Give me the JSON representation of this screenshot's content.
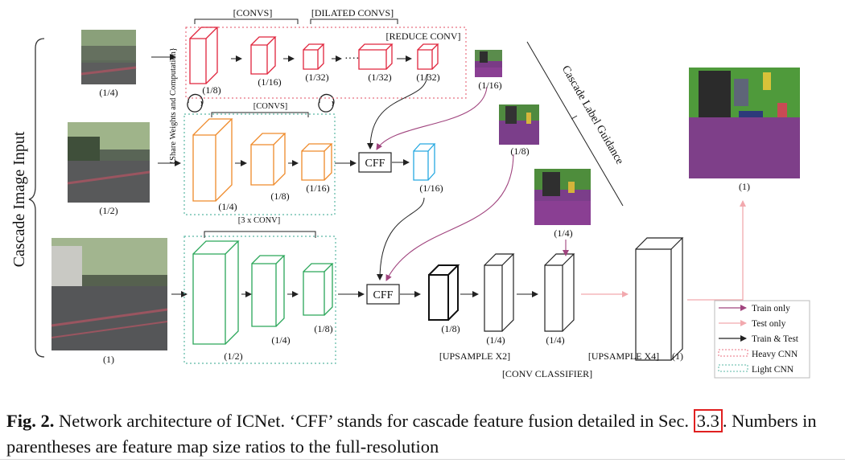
{
  "figure": {
    "side_label": "Cascade Image Input",
    "share_label": "{Share Weights and Computation}",
    "cascade_label": "Cascade Label Guidance",
    "brackets": {
      "convs_top": "[CONVS]",
      "dilated": "[DILATED CONVS]",
      "reduce": "[REDUCE CONV]",
      "convs_mid": "[CONVS]",
      "conv3": "[3 x CONV]"
    },
    "inputs": {
      "quarter": "(1/4)",
      "half": "(1/2)",
      "full": "(1)"
    },
    "top_branch": [
      "(1/8)",
      "(1/16)",
      "(1/32)",
      "(1/32)",
      "(1/32)"
    ],
    "dots": "····",
    "mid_branch": [
      "(1/4)",
      "(1/8)",
      "(1/16)"
    ],
    "cff_label": "CFF",
    "cff_out": "(1/16)",
    "bottom_branch": [
      "(1/2)",
      "(1/4)",
      "(1/8)"
    ],
    "decoder": [
      "(1/8)",
      "(1/4)",
      "(1/4)",
      "(1)"
    ],
    "labelmaps": [
      "(1/16)",
      "(1/8)",
      "(1/4)"
    ],
    "output": "(1)",
    "ops": {
      "upsample2": "[UPSAMPLE X2]",
      "upsample4": "[UPSAMPLE X4]",
      "classifier": "[CONV CLASSIFIER]"
    },
    "legend": [
      "Train only",
      "Test only",
      "Train & Test",
      "Heavy CNN",
      "Light CNN"
    ],
    "colors": {
      "heavy": "#e0243c",
      "medium": "#ef8a2a",
      "light": "#2aa659",
      "cyan": "#27a9e1",
      "train_only": "#a0447e",
      "test_only": "#f2a9ae",
      "box_red": "#e87080",
      "box_teal": "#5ab7a4"
    }
  },
  "caption": {
    "label": "Fig. 2.",
    "text_a": " Network architecture of ICNet. ‘CFF’ stands for cascade feature fusion detailed in Sec. ",
    "ref": "3.3",
    "text_b": ". Numbers in parentheses are feature map size ratios to the full-resolution"
  }
}
